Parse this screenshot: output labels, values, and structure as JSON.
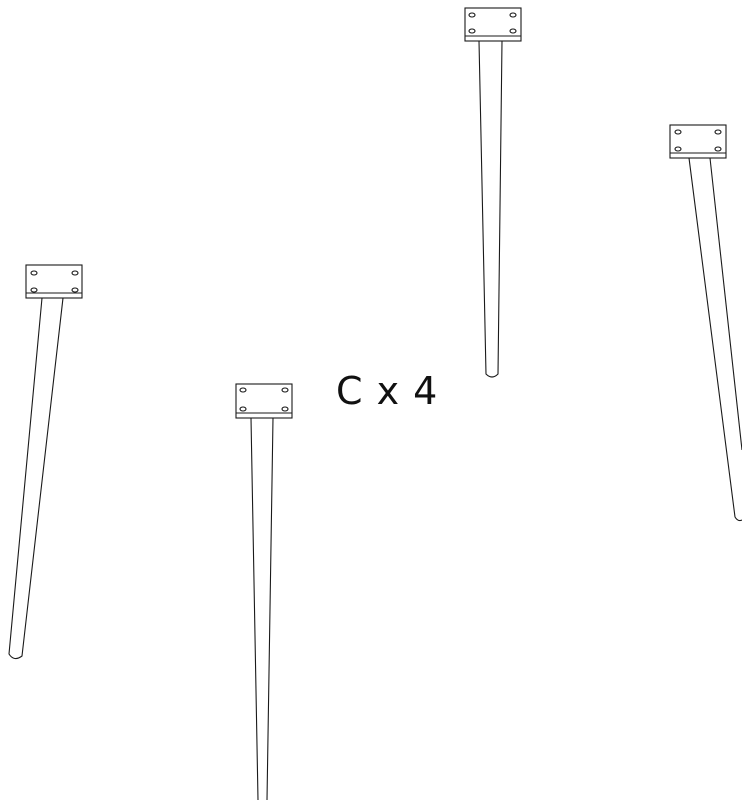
{
  "part": {
    "label": "C x 4"
  },
  "colors": {
    "line": "#1a1a1a",
    "background": "#ffffff"
  },
  "legs": [
    {
      "name": "leg-top-center"
    },
    {
      "name": "leg-right"
    },
    {
      "name": "leg-left"
    },
    {
      "name": "leg-front-center"
    }
  ]
}
